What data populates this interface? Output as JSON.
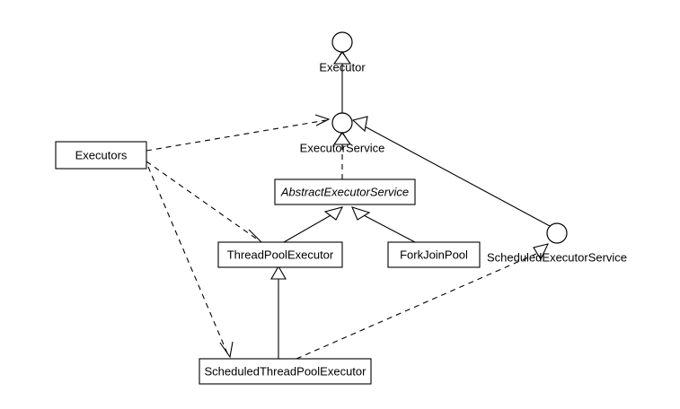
{
  "diagram": {
    "title": "Java Executor Framework Class Diagram",
    "type": "uml-class-diagram",
    "background_color": "#ffffff",
    "line_color": "#000000",
    "box_fill_color": "#ffffff"
  },
  "nodes": {
    "executor": {
      "label": "Executor",
      "kind": "interface",
      "notation": "lollipop-circle"
    },
    "executor_service": {
      "label": "ExecutorService",
      "kind": "interface",
      "notation": "lollipop-circle"
    },
    "scheduled_executor_service": {
      "label": "ScheduledExecutorService",
      "kind": "interface",
      "notation": "lollipop-circle"
    },
    "abstract_executor_service": {
      "label": "AbstractExecutorService",
      "kind": "abstract-class",
      "notation": "box-italic"
    },
    "executors": {
      "label": "Executors",
      "kind": "class",
      "notation": "box"
    },
    "thread_pool_executor": {
      "label": "ThreadPoolExecutor",
      "kind": "class",
      "notation": "box"
    },
    "fork_join_pool": {
      "label": "ForkJoinPool",
      "kind": "class",
      "notation": "box"
    },
    "scheduled_thread_pool_executor": {
      "label": "ScheduledThreadPoolExecutor",
      "kind": "class",
      "notation": "box"
    }
  },
  "relationships": [
    {
      "from": "ExecutorService",
      "to": "Executor",
      "type": "generalization",
      "style": "solid-hollow-triangle"
    },
    {
      "from": "ScheduledExecutorService",
      "to": "ExecutorService",
      "type": "generalization",
      "style": "solid-hollow-triangle"
    },
    {
      "from": "AbstractExecutorService",
      "to": "ExecutorService",
      "type": "realization",
      "style": "dashed-hollow-triangle"
    },
    {
      "from": "ThreadPoolExecutor",
      "to": "AbstractExecutorService",
      "type": "generalization",
      "style": "solid-hollow-triangle"
    },
    {
      "from": "ForkJoinPool",
      "to": "AbstractExecutorService",
      "type": "generalization",
      "style": "solid-hollow-triangle"
    },
    {
      "from": "ScheduledThreadPoolExecutor",
      "to": "ThreadPoolExecutor",
      "type": "generalization",
      "style": "solid-hollow-triangle"
    },
    {
      "from": "ScheduledThreadPoolExecutor",
      "to": "ScheduledExecutorService",
      "type": "realization",
      "style": "dashed-hollow-triangle"
    },
    {
      "from": "Executors",
      "to": "ExecutorService",
      "type": "dependency",
      "style": "dashed-open-arrow"
    },
    {
      "from": "Executors",
      "to": "ThreadPoolExecutor",
      "type": "dependency",
      "style": "dashed-open-arrow"
    },
    {
      "from": "Executors",
      "to": "ScheduledThreadPoolExecutor",
      "type": "dependency",
      "style": "dashed-open-arrow"
    }
  ]
}
